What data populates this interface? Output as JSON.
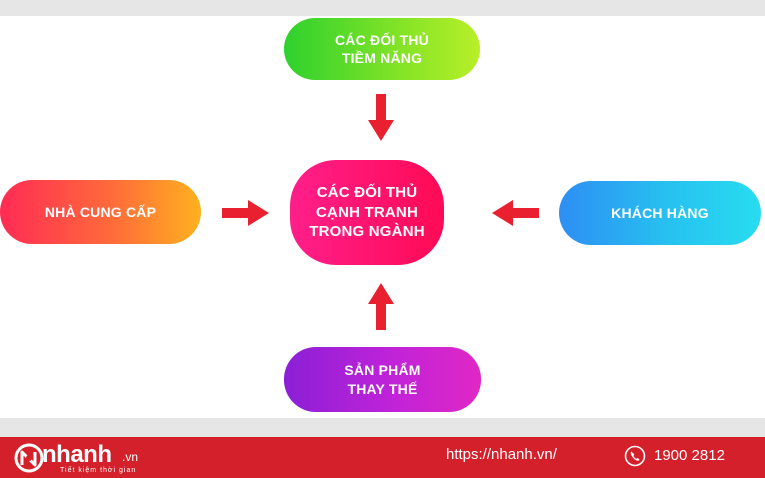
{
  "diagram": {
    "top": "CÁC ĐỐI THỦ\nTIỀM NĂNG",
    "center": "CÁC ĐỐI THỦ\nCẠNH TRANH\nTRONG NGÀNH",
    "left": "NHÀ CUNG CẤP",
    "right": "KHÁCH HÀNG",
    "bottom": "SẢN PHẨM\nTHAY THẾ",
    "arrow_color": "#e8202f"
  },
  "footer": {
    "logo_name": "nhanh",
    "logo_tld": ".vn",
    "tagline": "Tiết kiệm thời gian",
    "url": "https://nhanh.vn/",
    "phone": "1900 2812",
    "phone_icon": "phone-icon",
    "background": "#d4202a"
  }
}
